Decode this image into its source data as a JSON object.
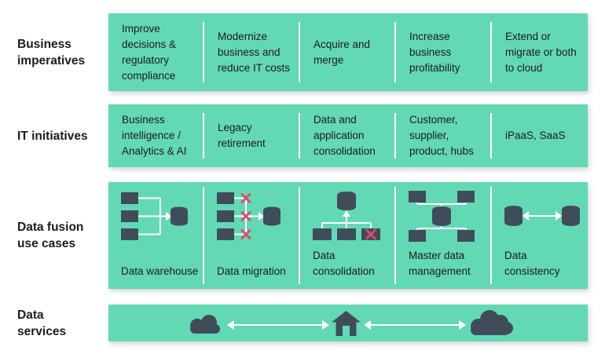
{
  "colors": {
    "band_teal": "#63D8B5",
    "icon_slate": "#3F4D5A",
    "cross_red": "#DC4A6E",
    "text_dark": "#1C1C1C",
    "connector_white": "#FFFFFF",
    "background": "#FFFFFF"
  },
  "rows": {
    "business_imperatives": {
      "label": "Business\nimperatives",
      "cells": [
        "Improve decisions & regulatory compliance",
        "Modernize business and reduce IT costs",
        "Acquire and merge",
        "Increase business profitability",
        "Extend or migrate or both to cloud"
      ]
    },
    "it_initiatives": {
      "label": "IT initiatives",
      "cells": [
        "Business intelligence / Analytics & AI",
        "Legacy retirement",
        "Data and application consolidation",
        "Customer, supplier, product, hubs",
        "iPaaS, SaaS"
      ]
    },
    "use_cases": {
      "label": "Data fusion\nuse cases",
      "items": [
        {
          "name": "Data warehouse",
          "icon": "data-warehouse-icon"
        },
        {
          "name": "Data migration",
          "icon": "data-migration-icon"
        },
        {
          "name": "Data consolidation",
          "icon": "data-consolidation-icon"
        },
        {
          "name": "Master data management",
          "icon": "master-data-management-icon"
        },
        {
          "name": "Data consistency",
          "icon": "data-consistency-icon"
        }
      ]
    },
    "data_services": {
      "label": "Data\nservices",
      "icons": [
        "cloud-icon",
        "double-arrow-icon",
        "home-icon",
        "double-arrow-icon",
        "cloud-icon"
      ]
    }
  }
}
